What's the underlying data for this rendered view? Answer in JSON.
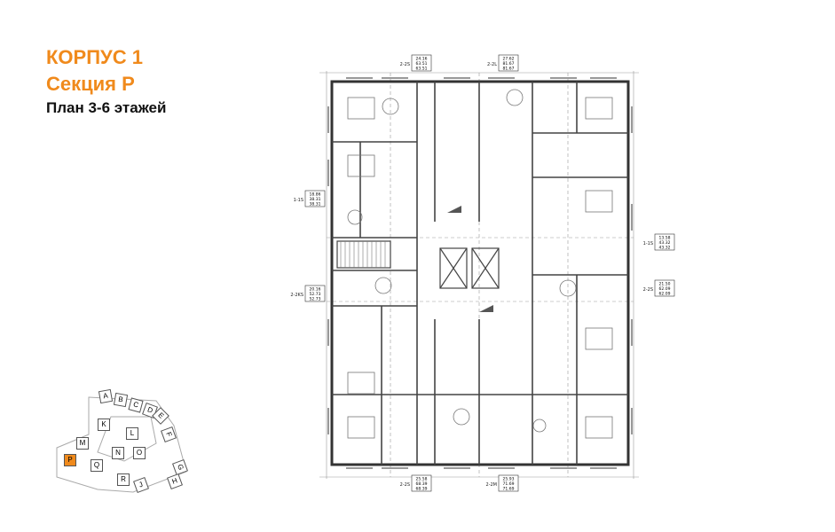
{
  "header": {
    "building": "КОРПУС 1",
    "section": "Секция Р",
    "floors": "План 3-6 этажей"
  },
  "colors": {
    "accent": "#f08a1c",
    "walls": "#3a3a3a",
    "lines": "#8a8a8a",
    "highlight_section": "#f08a1c"
  },
  "apartment_tags": [
    {
      "type": "2-2S",
      "values": [
        "24.16",
        "63.51",
        "63.51"
      ]
    },
    {
      "type": "2-2L",
      "values": [
        "27.62",
        "81.67",
        "81.67"
      ]
    },
    {
      "type": "1-1S",
      "values": [
        "18.86",
        "38.31",
        "38.31"
      ]
    },
    {
      "type": "1-1S",
      "values": [
        "13.58",
        "43.32",
        "43.32"
      ]
    },
    {
      "type": "2-2KS",
      "values": [
        "20.16",
        "52.73",
        "52.73"
      ]
    },
    {
      "type": "2-2S",
      "values": [
        "21.50",
        "62.09",
        "62.09"
      ]
    },
    {
      "type": "2-2S",
      "values": [
        "25.58",
        "68.39",
        "68.39"
      ]
    },
    {
      "type": "2-2M",
      "values": [
        "25.93",
        "71.69",
        "71.69"
      ]
    }
  ],
  "key_plan": {
    "sections": [
      "A",
      "B",
      "C",
      "D",
      "E",
      "F",
      "G",
      "H",
      "J",
      "K",
      "L",
      "M",
      "N",
      "O",
      "P",
      "Q",
      "R"
    ],
    "selected": "P"
  }
}
